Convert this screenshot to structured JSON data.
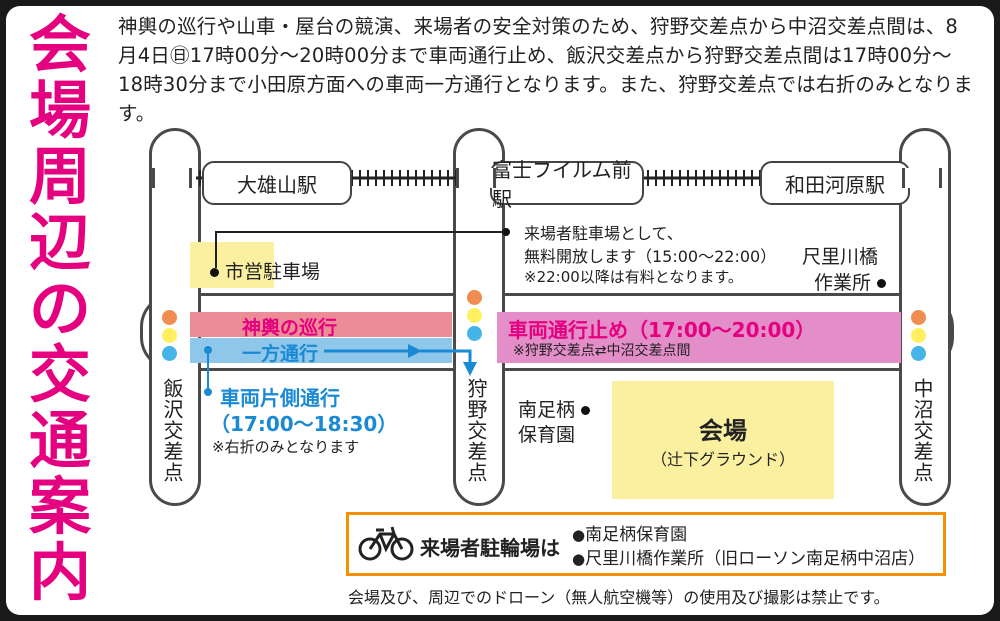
{
  "title": "会場周辺の交通案内",
  "intro": "神輿の巡行や山車・屋台の競演、来場者の安全対策のため、狩野交差点から中沼交差点間は、8月4日㊐17時00分～20時00分まで車両通行止め、飯沢交差点から狩野交差点間は17時00分～18時30分まで小田原方面への車両一方通行となります。また、狩野交差点では右折のみとなります。",
  "stations": [
    "大雄山駅",
    "富士フイルム前駅",
    "和田河原駅"
  ],
  "intersections": [
    "飯沢交差点",
    "狩野交差点",
    "中沼交差点"
  ],
  "parking": {
    "city": "市営駐車場",
    "note1": "来場者駐車場として、",
    "note2": "無料開放します（15:00～22:00）",
    "note3": "※22:00以降は有料となります。"
  },
  "workplace": [
    "尺里川橋",
    "作業所"
  ],
  "procession": "神輿の巡行",
  "oneway": "一方通行",
  "closure": {
    "label": "車両通行止め（17:00～20:00）",
    "sub": "※狩野交差点⇄中沼交差点間"
  },
  "oneside": {
    "label": "車両片側通行",
    "time": "（17:00～18:30）",
    "note": "※右折のみとなります"
  },
  "nursery": [
    "南足柄",
    "保育園"
  ],
  "venue": {
    "name": "会場",
    "sub": "（辻下グラウンド）"
  },
  "bicycle": {
    "label": "来場者駐輪場は",
    "items": [
      "南足柄保育園",
      "尺里川橋作業所（旧ローソン南足柄中沼店）"
    ]
  },
  "footer": "会場及び、周辺でのドローン（無人航空機等）の使用及び撮影は禁止です。",
  "colors": {
    "title": "#e4007f",
    "procession": "#ec8c96",
    "procession_text": "#e4007f",
    "oneway": "#8fc7ea",
    "oneway_text": "#1a8ad4",
    "closure": "#e38dc9",
    "closure_text": "#e4007f",
    "venue": "#faf0a0",
    "parking": "#faf0a0",
    "signal_red": "#f08c50",
    "signal_yellow": "#fff060",
    "signal_blue": "#45b4e6",
    "bicycle_border": "#f39200"
  },
  "icons": [
    "bicycle-icon",
    "arrow-right-icon",
    "arrow-down-icon"
  ]
}
